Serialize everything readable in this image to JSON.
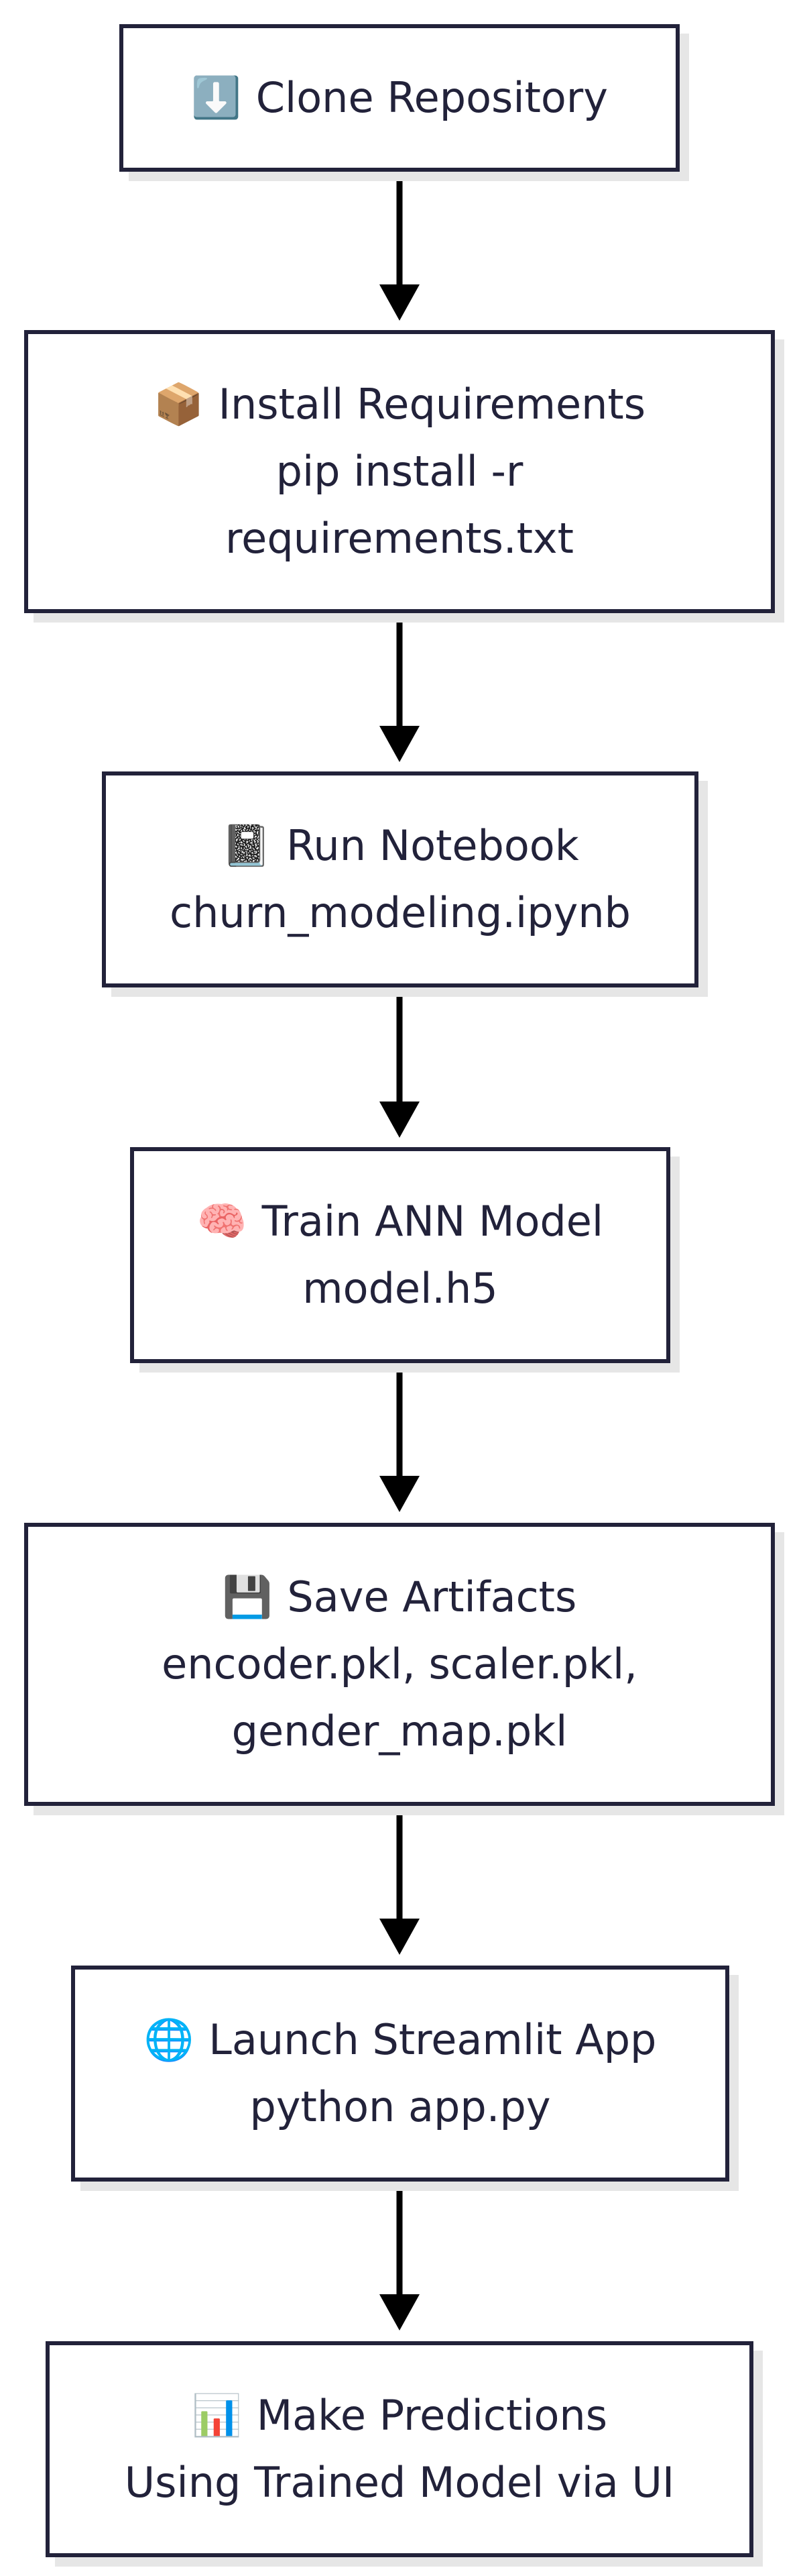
{
  "colors": {
    "border": "#22223a",
    "text": "#22223a",
    "arrow": "#000000",
    "shadow": "#e6e6e6",
    "background": "#ffffff"
  },
  "steps": [
    {
      "icon": "down-arrow-emoji",
      "glyph": "⬇️",
      "title": "Clone Repository",
      "lines": []
    },
    {
      "icon": "package-emoji",
      "glyph": "📦",
      "title": "Install Requirements",
      "lines": [
        "pip install -r",
        "requirements.txt"
      ]
    },
    {
      "icon": "notebook-emoji",
      "glyph": "📓",
      "title": "Run Notebook",
      "lines": [
        "churn_modeling.ipynb"
      ]
    },
    {
      "icon": "brain-emoji",
      "glyph": "🧠",
      "title": "Train ANN Model",
      "lines": [
        "model.h5"
      ]
    },
    {
      "icon": "floppy-disk-emoji",
      "glyph": "💾",
      "title": "Save Artifacts",
      "lines": [
        "encoder.pkl, scaler.pkl,",
        "gender_map.pkl"
      ]
    },
    {
      "icon": "globe-emoji",
      "glyph": "🌐",
      "title": "Launch Streamlit App",
      "lines": [
        "python app.py"
      ]
    },
    {
      "icon": "bar-chart-emoji",
      "glyph": "📊",
      "title": "Make Predictions",
      "lines": [
        "Using Trained Model via UI"
      ]
    }
  ]
}
